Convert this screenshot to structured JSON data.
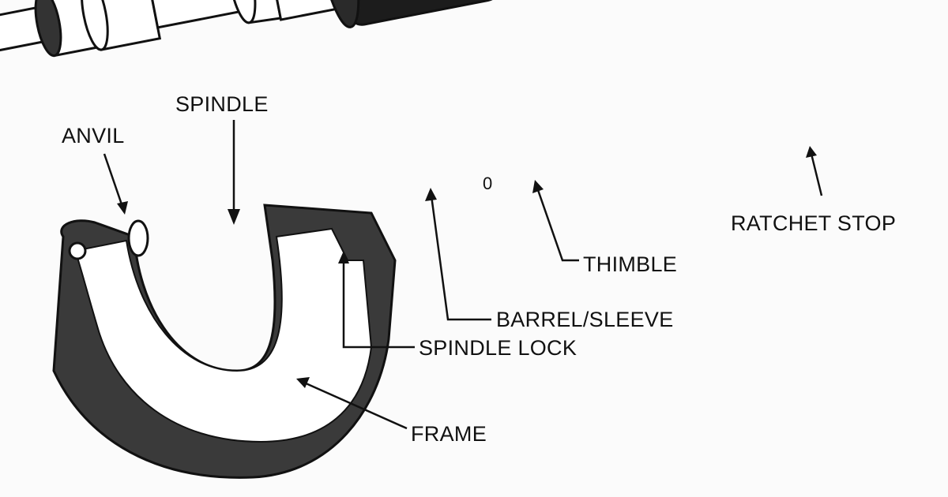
{
  "labels": {
    "anvil": "ANVIL",
    "spindle": "SPINDLE",
    "ratchet_stop": "RATCHET STOP",
    "thimble": "THIMBLE",
    "barrel_sleeve": "BARREL/SLEEVE",
    "spindle_lock": "SPINDLE LOCK",
    "frame": "FRAME"
  },
  "thimble_scale_mark": "0",
  "colors": {
    "ink": "#111111",
    "paper": "#fbfbfb",
    "knurl": "#1c1c1c"
  }
}
